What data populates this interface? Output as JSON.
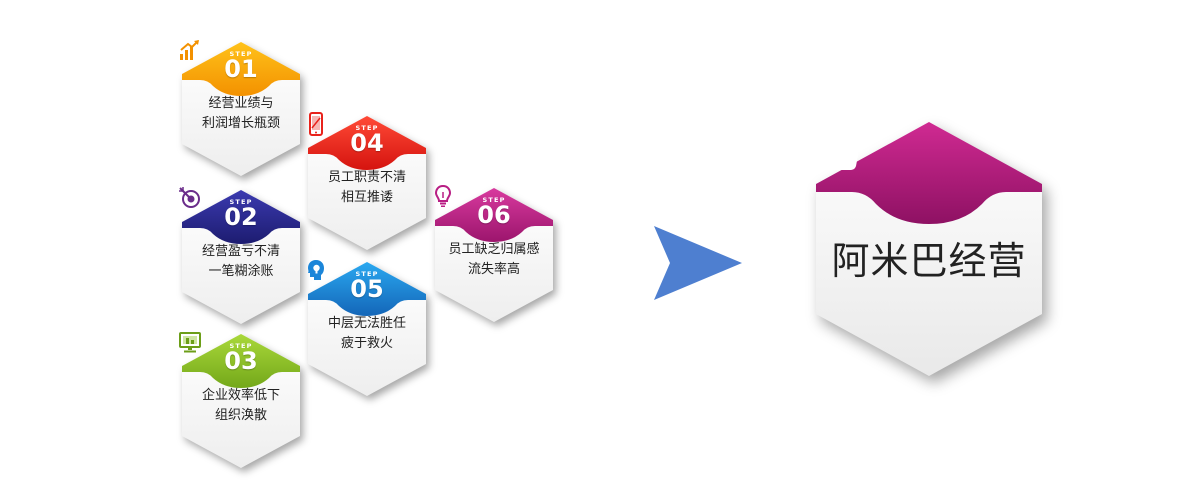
{
  "steps": [
    {
      "word": "STEP",
      "num": "01",
      "line1": "经营业绩与",
      "line2": "利润增长瓶颈",
      "color": "#f3a000",
      "dark": "#d97f00",
      "icon": "growth-chart-icon"
    },
    {
      "word": "STEP",
      "num": "04",
      "line1": "员工职责不清",
      "line2": "相互推诿",
      "color": "#e8231c",
      "dark": "#b8120e",
      "icon": "mobile-phone-icon"
    },
    {
      "word": "STEP",
      "num": "02",
      "line1": "经营盈亏不清",
      "line2": "一笔糊涂账",
      "color": "#2b2a8e",
      "dark": "#1a196a",
      "icon": "target-icon"
    },
    {
      "word": "STEP",
      "num": "06",
      "line1": "员工缺乏归属感",
      "line2": "流失率高",
      "color": "#b81e84",
      "dark": "#8a1463",
      "icon": "lightbulb-icon"
    },
    {
      "word": "STEP",
      "num": "05",
      "line1": "中层无法胜任",
      "line2": "疲于救火",
      "color": "#1c86d9",
      "dark": "#1466b0",
      "icon": "head-idea-icon"
    },
    {
      "word": "STEP",
      "num": "03",
      "line1": "企业效率低下",
      "line2": "组织涣散",
      "color": "#8ec22c",
      "dark": "#6c9e18",
      "icon": "monitor-icon"
    }
  ],
  "arrow": {
    "color": "#4e7fd0"
  },
  "result": {
    "title": "阿米巴经营",
    "color": "#b21c7d",
    "dark": "#7d0f57",
    "icon": "thumbs-up-icon"
  }
}
